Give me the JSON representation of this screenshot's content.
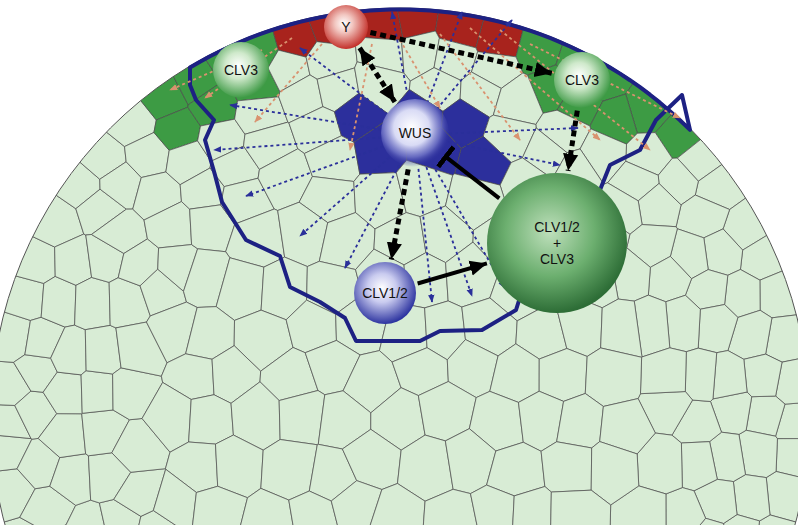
{
  "diagram": {
    "nodes": [
      {
        "text": [
          "Y"
        ]
      },
      {
        "text": [
          "CLV3"
        ]
      },
      {
        "text": [
          "CLV3"
        ]
      },
      {
        "text": [
          "WUS"
        ]
      },
      {
        "text": [
          "CLV1/2 + CLV3"
        ]
      },
      {
        "text": [
          "CLV1/2"
        ]
      }
    ],
    "edges": [
      {
        "from": 0,
        "to": 3,
        "arrow": "both"
      },
      {
        "from": 0,
        "to": 2,
        "arrow": "to"
      },
      {
        "from": 2,
        "to": 4,
        "arrow": "to"
      },
      {
        "from": 3,
        "to": 5,
        "arrow": "to"
      },
      {
        "from": 5,
        "to": 4,
        "arrow": "to"
      },
      {
        "from": 4,
        "to": 3,
        "arrow": "to"
      }
    ]
  }
}
